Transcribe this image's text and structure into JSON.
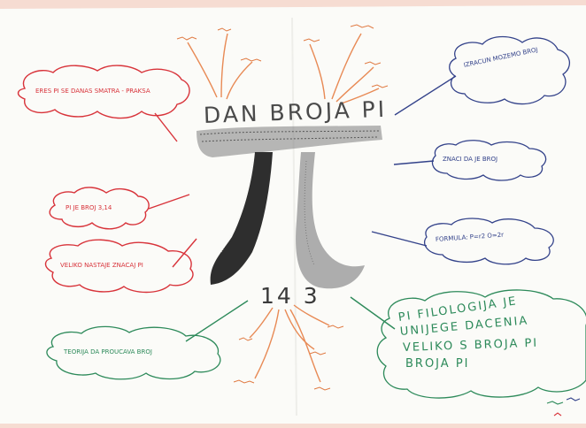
{
  "poster": {
    "title": "DAN BROJA PI",
    "number": "14 3",
    "red_notes": [
      "ERES PI SE DANAS SMATRA - PRAKSA",
      "PI JE BROJ 3,14",
      "VELIKO NASTAJE ZNACAJ PI"
    ],
    "blue_notes": [
      "IZRACUN MOZEMO BROJ",
      "ZNACI DA JE BROJ",
      "FORMULA: P=r2 O=2r"
    ],
    "green_notes": [
      "TEORIJA DA PROUCAVA BROJ",
      "PI FILOLOGIJA JE",
      "UNIJEGE DACENIA",
      "VELIKO S BROJA PI",
      "BROJA PI"
    ],
    "colors": {
      "paper": "#fbfbf8",
      "background": "#f6dcd2",
      "red": "#d8333a",
      "blue": "#33428a",
      "green": "#2d8a5a",
      "orange": "#e07a42",
      "pi_symbol": "#2e2e2e"
    }
  }
}
